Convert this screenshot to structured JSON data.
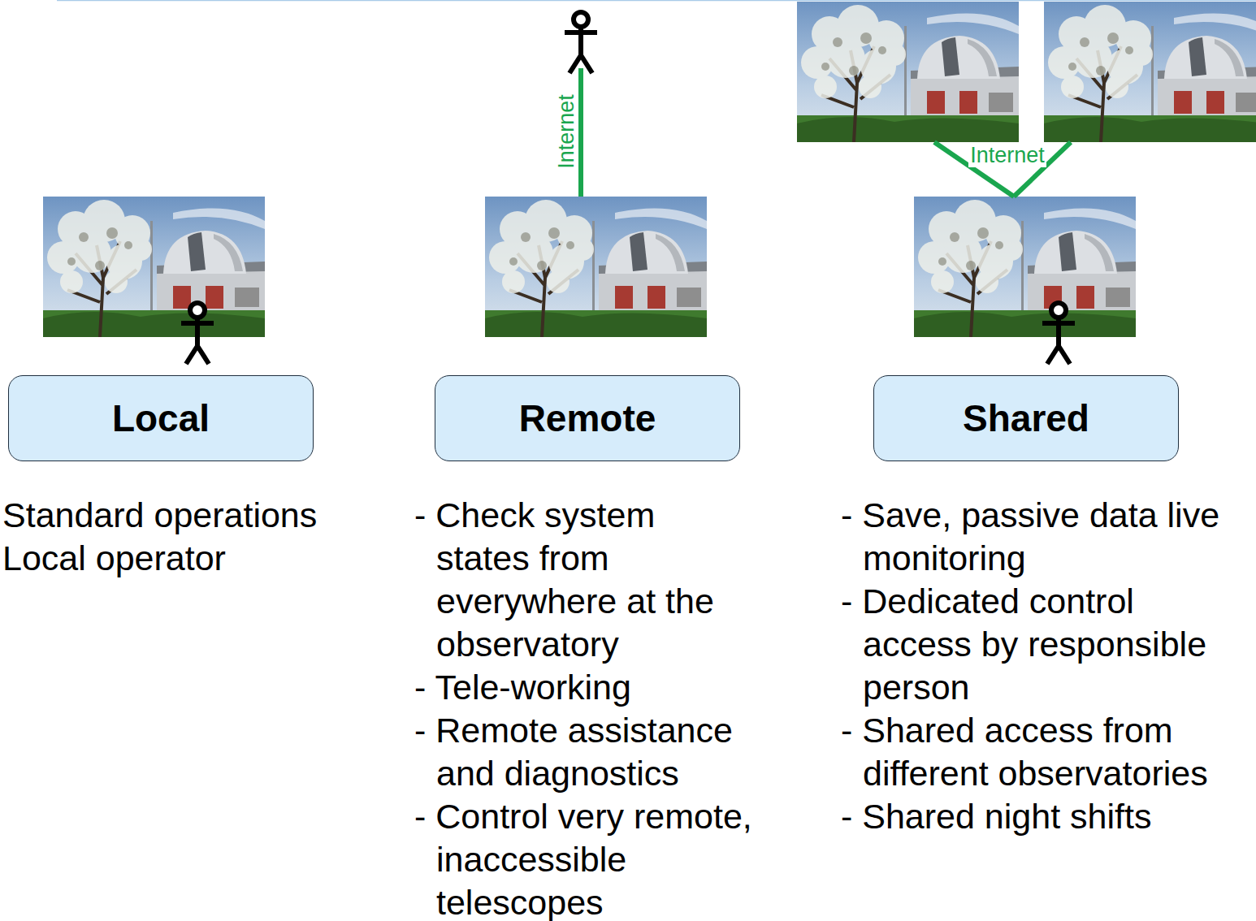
{
  "diagram": {
    "nodes": [
      {
        "text": [
          "Local"
        ]
      },
      {
        "text": [
          "Remote"
        ]
      },
      {
        "text": [
          "Shared"
        ]
      }
    ],
    "labels": [
      "Internet",
      "Internet",
      "Standard operations",
      "Local operator",
      "- Check system states from everywhere at the observatory",
      "- Tele-working",
      "- Remote assistance and diagnostics",
      "- Control very remote, inaccessible telescopes",
      "- Save, passive data live monitoring",
      "- Dedicated control access by responsible person",
      "- Shared access from different observatories",
      "- Shared night shifts"
    ]
  }
}
